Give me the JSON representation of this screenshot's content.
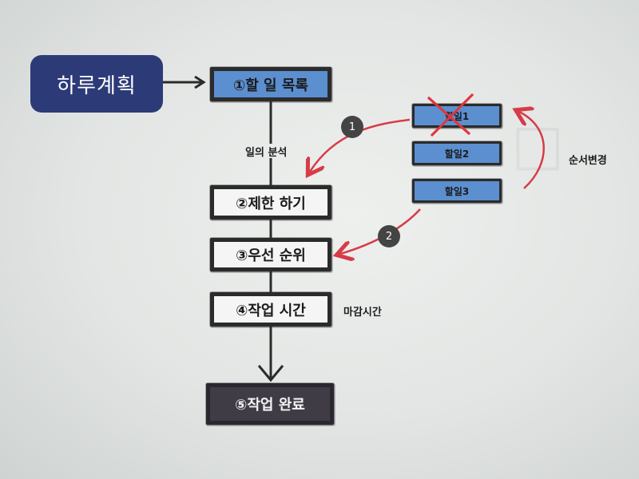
{
  "diagram": {
    "start": "하루계획",
    "steps": [
      "①할 일 목록",
      "②제한 하기",
      "③우선 순위",
      "④작업 시간",
      "⑤작업 완료"
    ],
    "analysis_label": "일의 분석",
    "deadline_label": "마감시간",
    "tasks": [
      "할일1",
      "할일2",
      "할일3"
    ],
    "reorder_label": "순서변경",
    "badges": [
      "1",
      "2"
    ],
    "colors": {
      "plan": "#2c3a78",
      "step_blue": "#5b8fd0",
      "step_dark": "#403c46",
      "arrow_red": "#d63c48",
      "cross_red": "#e0363c"
    }
  }
}
